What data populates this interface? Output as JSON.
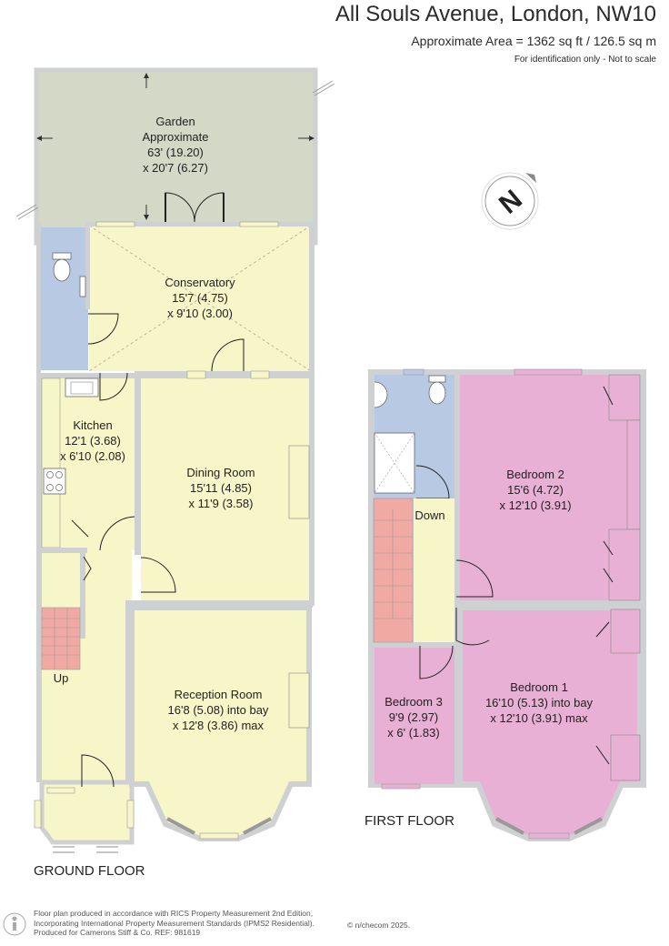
{
  "header": {
    "title": "All Souls Avenue, London, NW10",
    "area": "Approximate Area = 1362 sq ft / 126.5 sq m",
    "note": "For identification only - Not to scale"
  },
  "compass": {
    "letter": "N"
  },
  "ground_floor": {
    "label": "GROUND FLOOR",
    "garden": {
      "name": "Garden",
      "line2": "Approximate",
      "dim1": "63' (19.20)",
      "dim2": "x 20'7 (6.27)"
    },
    "conservatory": {
      "name": "Conservatory",
      "dim1": "15'7 (4.75)",
      "dim2": "x 9'10 (3.00)"
    },
    "kitchen": {
      "name": "Kitchen",
      "dim1": "12'1 (3.68)",
      "dim2": "x 6'10 (2.08)"
    },
    "dining": {
      "name": "Dining Room",
      "dim1": "15'11 (4.85)",
      "dim2": "x 11'9 (3.58)"
    },
    "reception": {
      "name": "Reception Room",
      "dim1": "16'8 (5.08) into bay",
      "dim2": "x 12'8 (3.86) max"
    },
    "stairs_label": "Up"
  },
  "first_floor": {
    "label": "FIRST FLOOR",
    "bedroom2": {
      "name": "Bedroom 2",
      "dim1": "15'6 (4.72)",
      "dim2": "x 12'10 (3.91)"
    },
    "bedroom1": {
      "name": "Bedroom 1",
      "dim1": "16'10 (5.13) into bay",
      "dim2": "x 12'10 (3.91) max"
    },
    "bedroom3": {
      "name": "Bedroom 3",
      "dim1": "9'9 (2.97)",
      "dim2": "x 6' (1.83)"
    },
    "stairs_label": "Down"
  },
  "footer": {
    "line1": "Floor plan produced in accordance with RICS Property Measurement 2nd Edition,",
    "line2": "Incorporating International Property Measurement Standards (IPMS2 Residential).",
    "line3": "Produced for Camerons Stiff & Co.   REF: 981619",
    "copyright": "© n/checom 2025."
  },
  "colors": {
    "garden": "#d3d9c6",
    "living": "#f7f6c8",
    "bathroom": "#b8c9e4",
    "bedroom": "#e8b0d4",
    "stairs": "#f1aaa3",
    "wall": "#cfd0d2",
    "window": "#e8b9d6"
  }
}
